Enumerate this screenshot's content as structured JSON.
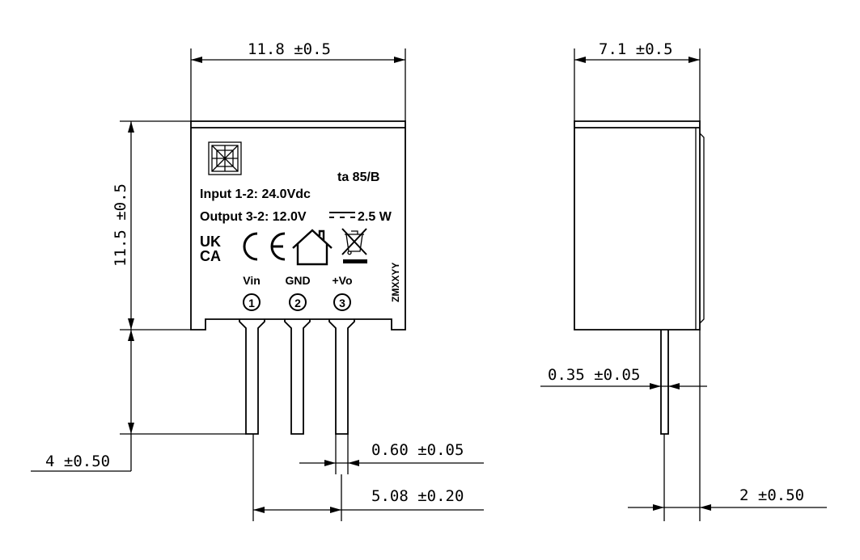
{
  "front_view": {
    "width_dim": "11.8 ±0.5",
    "height_dim": "11.5 ±0.5",
    "pin_length_dim": "4 ±0.50",
    "pin_width_dim": "0.60 ±0.05",
    "pin_pitch_dim": "5.08 ±0.20",
    "marking": {
      "rating": "ta 85/B",
      "input": "Input  1-2: 24.0Vdc",
      "output_left": "Output  3-2: 12.0V",
      "output_right": "2.5 W",
      "ukca_top": "UK",
      "ukca_bottom": "CA",
      "date_code": "ZMXXYY"
    },
    "pins": [
      {
        "label": "Vin",
        "number": "①"
      },
      {
        "label": "GND",
        "number": "②"
      },
      {
        "label": "+Vo",
        "number": "③"
      }
    ]
  },
  "side_view": {
    "depth_dim": "7.1 ±0.5",
    "pin_thickness_dim": "0.35 ±0.05",
    "pin_offset_dim": "2 ±0.50"
  },
  "icons": [
    "company-logo-icon",
    "ukca-mark-icon",
    "ce-mark-icon",
    "indoor-use-house-icon",
    "weee-crossed-bin-icon"
  ]
}
